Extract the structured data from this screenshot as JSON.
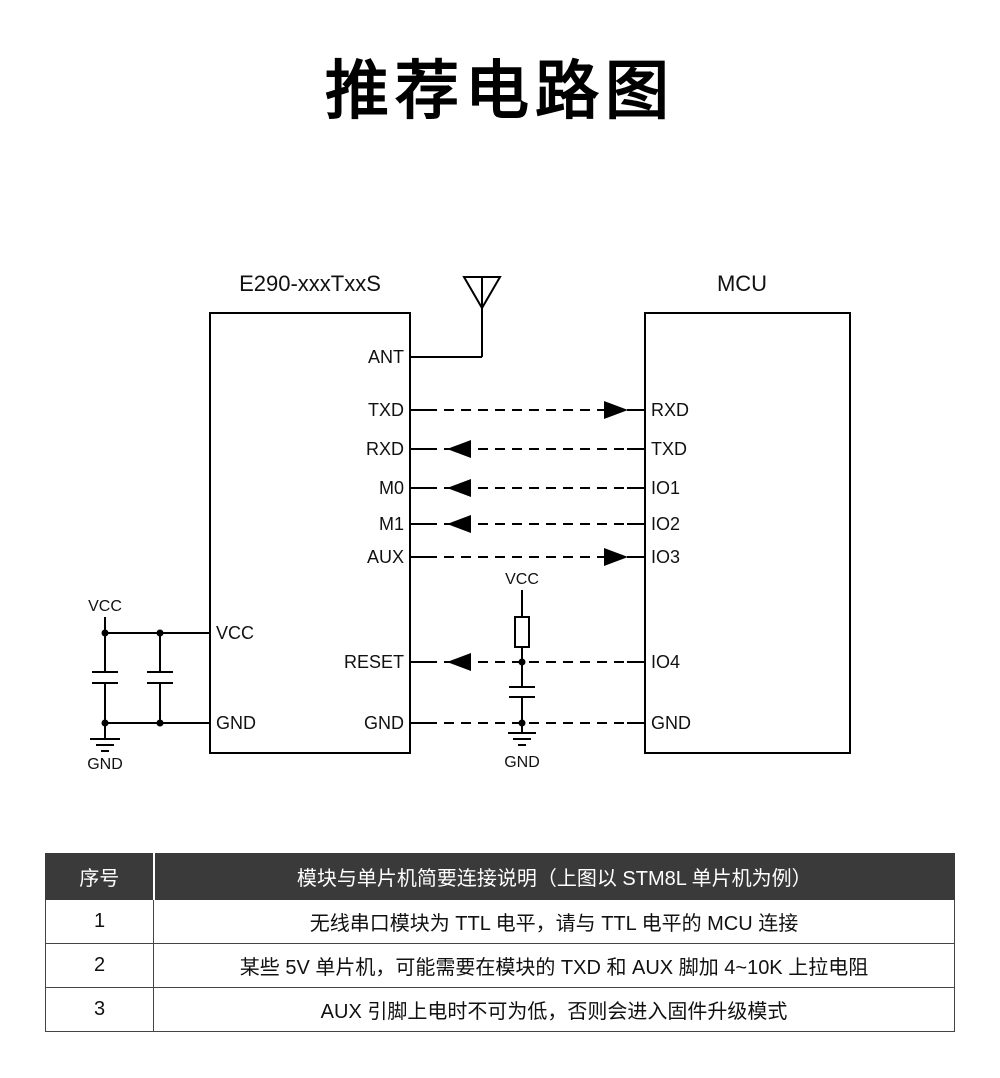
{
  "title": "推荐电路图",
  "diagram": {
    "module_label": "E290-xxxTxxS",
    "mcu_label": "MCU",
    "module_pins": {
      "ant": "ANT",
      "txd": "TXD",
      "rxd": "RXD",
      "m0": "M0",
      "m1": "M1",
      "aux": "AUX",
      "vcc": "VCC",
      "reset": "RESET",
      "gnd_left": "GND",
      "gnd_right": "GND"
    },
    "mcu_pins": {
      "rxd": "RXD",
      "txd": "TXD",
      "io1": "IO1",
      "io2": "IO2",
      "io3": "IO3",
      "io4": "IO4",
      "gnd": "GND"
    },
    "power": {
      "vcc_left": "VCC",
      "gnd_left": "GND",
      "vcc_pullup": "VCC",
      "gnd_pullup": "GND"
    },
    "connections": [
      {
        "from": "TXD",
        "to": "RXD",
        "direction": "module-to-mcu",
        "style": "dashed-arrow"
      },
      {
        "from": "TXD",
        "to": "RXD",
        "direction": "mcu-to-module",
        "style": "dashed-arrow"
      },
      {
        "from": "IO1",
        "to": "M0",
        "direction": "mcu-to-module",
        "style": "dashed-arrow"
      },
      {
        "from": "IO2",
        "to": "M1",
        "direction": "mcu-to-module",
        "style": "dashed-arrow"
      },
      {
        "from": "AUX",
        "to": "IO3",
        "direction": "module-to-mcu",
        "style": "dashed-arrow"
      },
      {
        "from": "IO4",
        "to": "RESET",
        "direction": "mcu-to-module",
        "style": "dashed-arrow"
      },
      {
        "from": "GND",
        "to": "GND",
        "direction": "none",
        "style": "dashed"
      }
    ]
  },
  "table": {
    "header": {
      "col1": "序号",
      "col2": "模块与单片机简要连接说明（上图以 STM8L 单片机为例）"
    },
    "rows": [
      {
        "num": "1",
        "desc": "无线串口模块为 TTL 电平，请与 TTL 电平的 MCU 连接"
      },
      {
        "num": "2",
        "desc": "某些 5V 单片机，可能需要在模块的 TXD 和 AUX 脚加 4~10K 上拉电阻"
      },
      {
        "num": "3",
        "desc": "AUX 引脚上电时不可为低，否则会进入固件升级模式"
      }
    ]
  },
  "colors": {
    "table_header_bg": "#3a3a3a",
    "diagram_line": "#000000",
    "background": "#ffffff"
  }
}
